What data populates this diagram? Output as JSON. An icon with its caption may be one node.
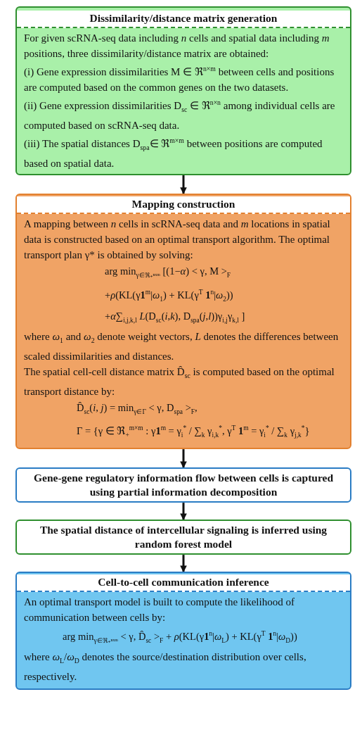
{
  "diagram": {
    "nodes": [
      {
        "text": [
          "Dissimilarity/distance matrix generation",
          "For given scRNA-seq data including *n* cells and spatial data including *m* positions, three dissimilarity/distance matrix are obtained:",
          "(i) Gene expression dissimilarities M ∈ ℜ$^{n×m}$ between cells and positions are computed based on the common genes on the two datasets.",
          "(ii) Gene expression dissimilarities D$_{sc}$ ∈ ℜ$^{n×n}$ among individual cells are computed based on scRNA-seq data.",
          "(iii) The spatial distances D$_{spa}$∈ ℜ$^{m×m}$ between positions are computed based on spatial data."
        ]
      },
      {
        "text": [
          "Mapping construction",
          "A mapping between *n* cells in scRNA-seq data and *m* locations in spatial data is constructed based on an optimal transport algorithm. The optimal transport plan γ* is obtained by solving:",
          "arg min$_{γ∈ℜ₊ⁿˣᵐ}$ [(1−*α*) < γ, M >$_{F}$",
          "+*ρ*(KL(γ**1**$^{m}$|*ω*$_{1}$) + KL(γ$^{T}$ **1**$^{n}$|*ω*$_{2}$))",
          "+*α*∑$_{i,j,k,l}$ *L*(D$_{sc}$(*i*,*k*), D$_{spa}$(*j*,*l*))γ$_{i,j}$γ$_{k,l}$ ]",
          "where *ω*$_{1}$ and *ω*$_{2}$ denote weight vectors, *L* denotes the differences between scaled dissimilarities and distances.",
          "The spatial cell-cell distance matrix D̂$_{sc}$ is computed based on the optimal transport distance by:",
          "D̂$_{sc}$(*i*, *j*) = min$_{γ∈Γ}$ < γ, D$_{spa}$ >$_{F}$,",
          "Γ = {γ ∈ ℜ$_{+}$$^{m×m}$ : γ**1**$^{m}$ = γ$_{i}$$^{*}$ / ∑$_{k}$ γ$_{i,k}$$^{*}$, γ$^{T}$ **1**$^{m}$ = γ$_{i}$$^{*}$ / ∑$_{k}$ γ$_{j,k}$$^{*}$}"
        ]
      },
      {
        "text": [
          "Gene-gene regulatory information flow between cells is captured using partial information decomposition"
        ]
      },
      {
        "text": [
          "The spatial distance of intercellular signaling is inferred using random forest model"
        ]
      },
      {
        "text": [
          "Cell-to-cell communication inference",
          "An optimal transport model is built to compute the likelihood of communication between cells by:",
          "arg min$_{γ∈ℜ₊ⁿˣᵐ}$ < γ, D̂$_{sc}$ >$_{F}$ + *ρ*(KL(γ**1**$^{n}$|*ω*$_{L}$) + KL(γ$^{T}$ **1**$^{n}$|*ω*$_{D}$))",
          "where *ω*$_{L}$/*ω*$_{D}$ denotes the source/destination distribution over cells, respectively."
        ]
      }
    ],
    "edges": [
      {
        "from": 0,
        "to": 1,
        "arrow": "to"
      },
      {
        "from": 1,
        "to": 2,
        "arrow": "to"
      },
      {
        "from": 2,
        "to": 3,
        "arrow": "to"
      },
      {
        "from": 3,
        "to": 4,
        "arrow": "to"
      }
    ]
  }
}
